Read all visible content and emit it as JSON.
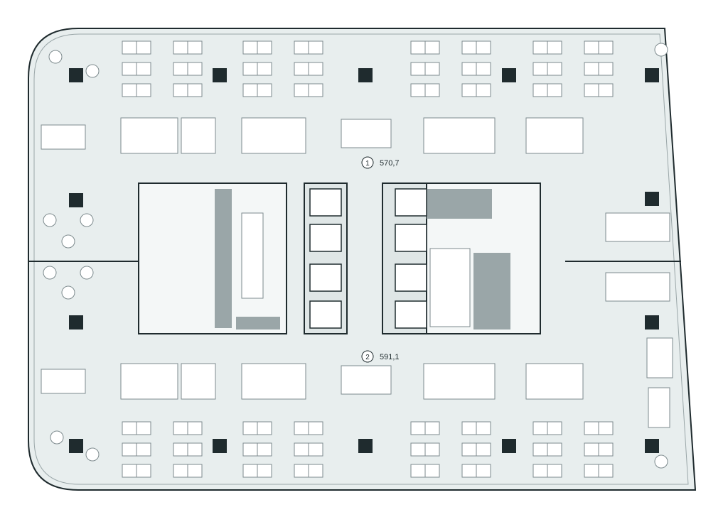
{
  "zones": [
    {
      "number": "1",
      "area": "570,7"
    },
    {
      "number": "2",
      "area": "591,1"
    }
  ],
  "colors": {
    "floor": "#e8eeee",
    "wall": "#1f2b2e",
    "furniture": "#ffffff",
    "furniture_stroke": "#7d8a8d",
    "core_fill": "#dfe6e6",
    "core_dark": "#9aa6a8",
    "column": "#1f2b2e"
  }
}
